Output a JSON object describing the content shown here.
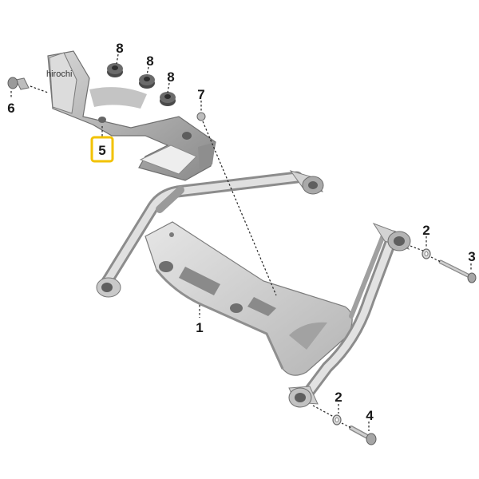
{
  "watermark": "hirochi",
  "callouts": {
    "c1": "1",
    "c2a": "2",
    "c2b": "2",
    "c3": "3",
    "c4": "4",
    "c5": "5",
    "c6": "6",
    "c7": "7",
    "c8a": "8",
    "c8b": "8",
    "c8c": "8"
  },
  "colors": {
    "highlight": "#f2c200",
    "metal_light": "#e2e2e2",
    "metal_mid": "#b9b9b9",
    "metal_dark": "#7d7d7d"
  }
}
